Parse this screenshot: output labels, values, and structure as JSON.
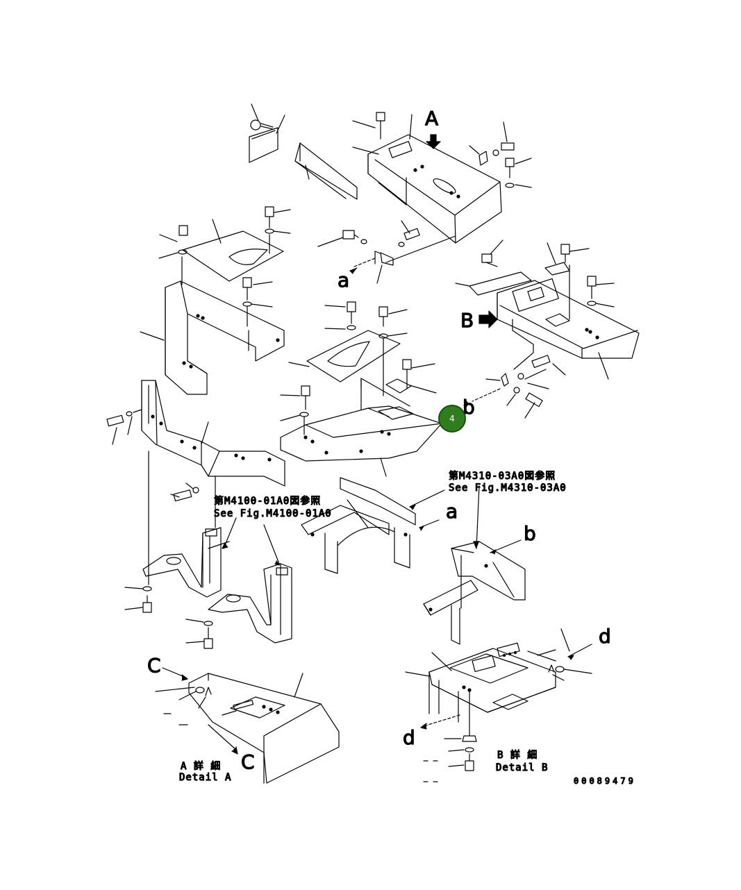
{
  "diagram": {
    "letters": {
      "A": "A",
      "B": "B",
      "C_detail": "C",
      "C_arrow": "C",
      "a_left": "a",
      "a_right": "a",
      "b_mid": "b",
      "b_right": "b",
      "d_right": "d",
      "d_left": "d"
    },
    "references": {
      "m4310_jp": "第M4310-03A0図参照",
      "m4310_en": "See Fig.M4310-03A0",
      "m4100_jp": "第M4100-01A0図参照",
      "m4100_en": "See Fig.M4100-01A0"
    },
    "details": {
      "a_jp": "A 詳 細",
      "a_en": "Detail A",
      "b_jp": "B 詳 細",
      "b_en": "Detail B"
    },
    "drawing_number": "00089479",
    "callout": {
      "number": "4",
      "color": "#2e7d1e"
    }
  }
}
